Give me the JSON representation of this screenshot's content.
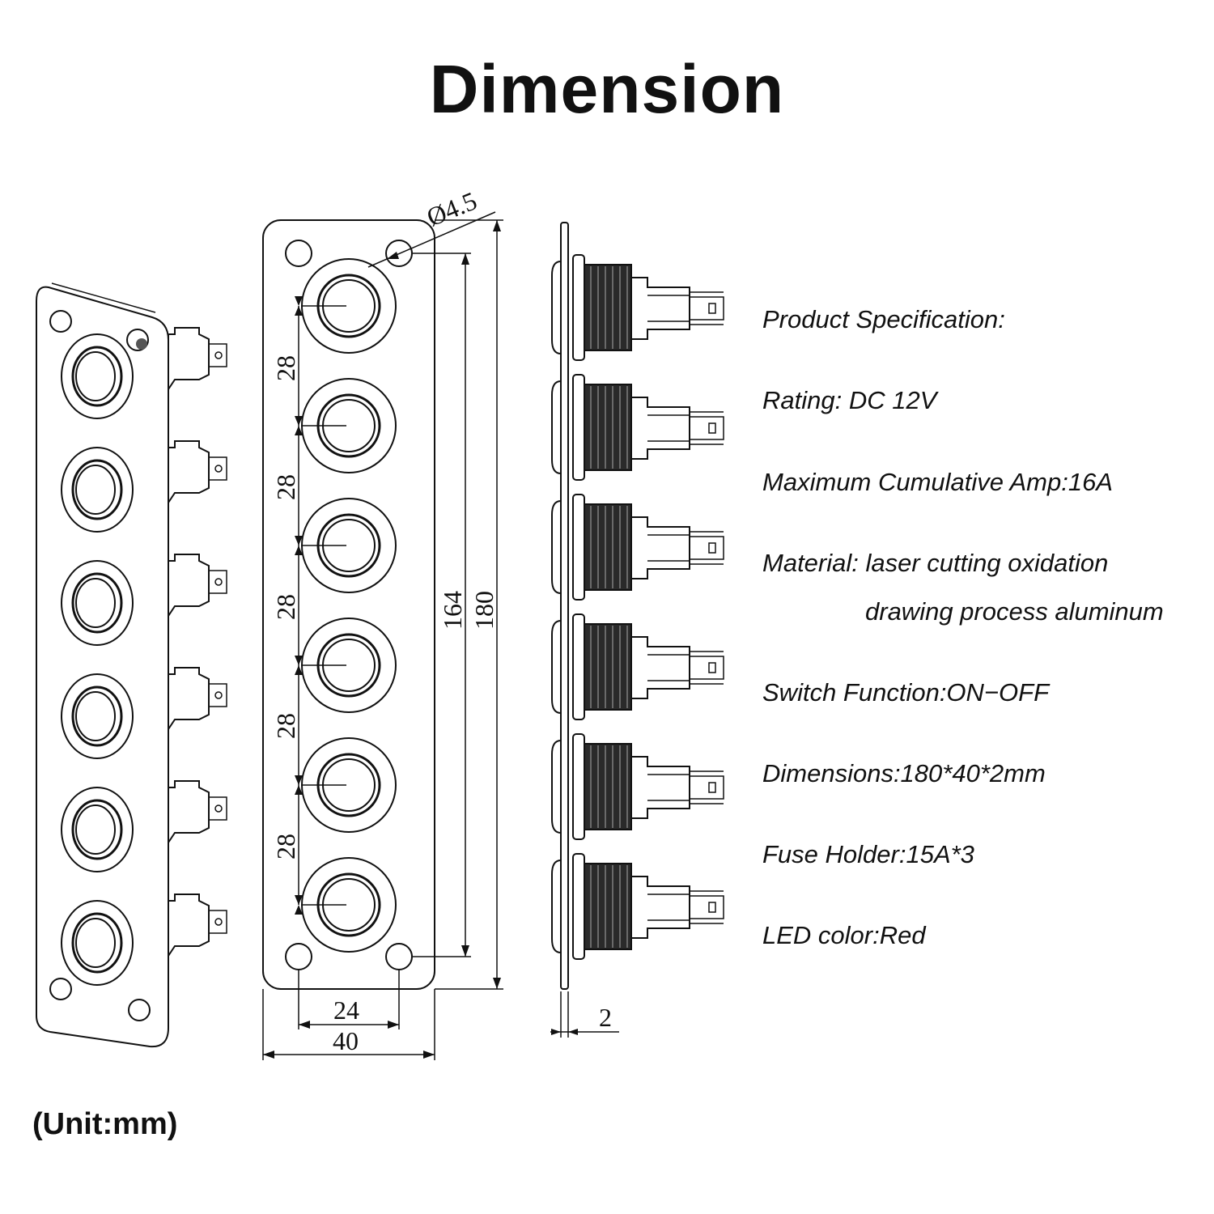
{
  "title": "Dimension",
  "unit_note": "(Unit:mm)",
  "specifications": [
    "Product Specification:",
    "Rating: DC 12V",
    "Maximum Cumulative Amp:16A",
    "Material: laser cutting oxidation",
    "drawing process aluminum",
    "Switch Function:ON−OFF",
    "Dimensions:180*40*2mm",
    "Fuse Holder:15A*3",
    "LED color:Red"
  ],
  "dimensions": {
    "hole_diameter": "Ø4.5",
    "spacing": [
      "28",
      "28",
      "28",
      "28",
      "28"
    ],
    "hole_span_vertical": "164",
    "total_height": "180",
    "hole_span_horizontal": "24",
    "total_width": "40",
    "thickness": "2"
  },
  "switch_count": 6
}
